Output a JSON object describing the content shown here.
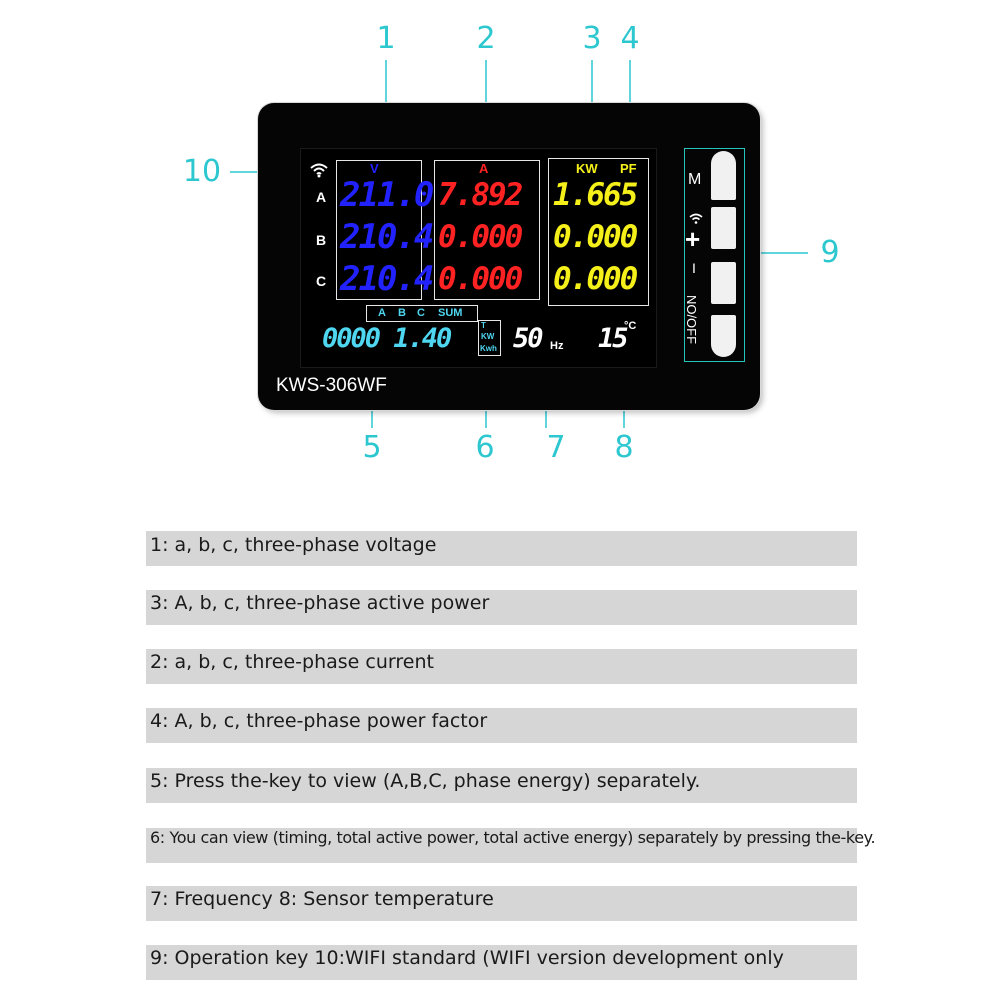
{
  "callouts": [
    "1",
    "2",
    "3",
    "4",
    "5",
    "6",
    "7",
    "8",
    "9",
    "10"
  ],
  "device": {
    "model": "KWS-306WF",
    "phases": [
      "A",
      "B",
      "C"
    ],
    "voltage": {
      "unit": "V",
      "values": [
        "211.0",
        "210.4",
        "210.4"
      ]
    },
    "current": {
      "unit": "A",
      "values": [
        "7.892",
        "0.000",
        "0.000"
      ]
    },
    "power": {
      "unit": "KW",
      "values": [
        "1.665",
        "0.000",
        "0.000"
      ]
    },
    "power_factor": {
      "unit": "PF"
    },
    "energy_selector": [
      "A",
      "B",
      "C",
      "SUM"
    ],
    "energy_value": "0000 1.40",
    "energy_units": [
      "T",
      "KW",
      "Kwh"
    ],
    "frequency": {
      "value": "50",
      "unit": "Hz"
    },
    "temperature": {
      "value": "15",
      "unit": "°C"
    },
    "buttons": {
      "m_label": "M",
      "plus_label": "+",
      "minus_label": "I",
      "onoff_label": "NO/OFF"
    },
    "colors": {
      "voltage": "#2222ff",
      "current": "#ff2222",
      "power": "#f5ef1a",
      "energy": "#4fd6f0",
      "accent": "#2cc7cf"
    }
  },
  "descriptions": [
    "1: a, b, c, three-phase voltage",
    "3: A, b, c, three-phase active power",
    "2: a, b, c, three-phase current",
    "4: A, b, c, three-phase power factor",
    "5: Press the-key to view (A,B,C, phase energy) separately.",
    "6: You can view (timing, total active power, total active energy) separately by pressing the-key.",
    "7: Frequency 8: Sensor temperature",
    "9: Operation key 10:WIFI standard (WIFI version development only"
  ]
}
